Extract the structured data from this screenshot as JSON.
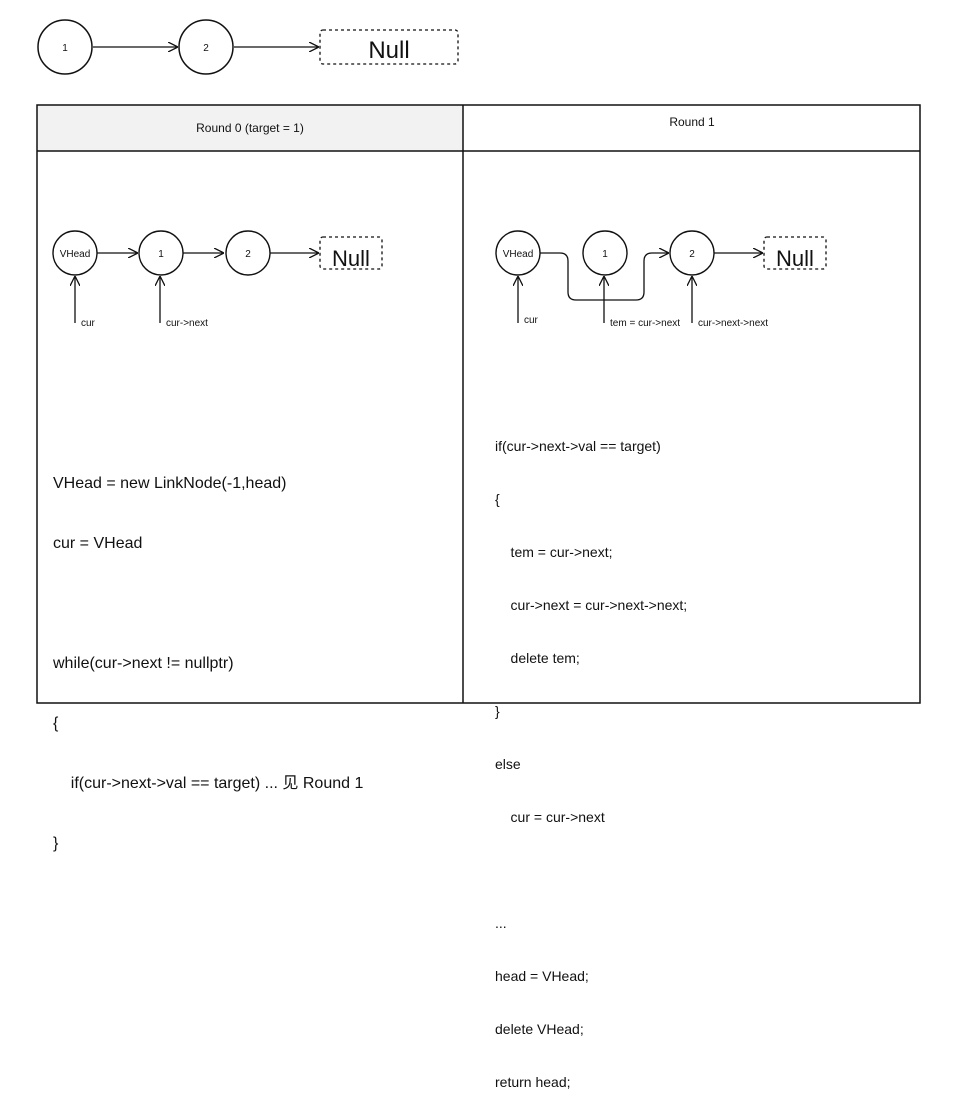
{
  "top_list": {
    "node1": "1",
    "node2": "2",
    "null_label": "Null"
  },
  "table": {
    "header_left": "Round 0 (target = 1)",
    "header_right": "Round 1"
  },
  "left_panel": {
    "vhead": "VHead",
    "node1": "1",
    "node2": "2",
    "null_label": "Null",
    "cur_label": "cur",
    "cur_next_label": "cur->next",
    "code": [
      "VHead = new LinkNode(-1,head)",
      "cur = VHead",
      "",
      "while(cur->next != nullptr)",
      "{",
      "    if(cur->next->val == target) ... 见 Round 1",
      "}"
    ]
  },
  "right_panel": {
    "vhead": "VHead",
    "node1": "1",
    "node2": "2",
    "null_label": "Null",
    "cur_label": "cur",
    "tem_label": "tem = cur->next",
    "cur_next_next_label": "cur->next->next",
    "code": [
      "if(cur->next->val == target)",
      "{",
      "    tem = cur->next;",
      "    cur->next = cur->next->next;",
      "    delete tem;",
      "}",
      "else",
      "    cur = cur->next",
      "",
      "...",
      "head = VHead;",
      "delete VHead;",
      "return head;"
    ]
  }
}
